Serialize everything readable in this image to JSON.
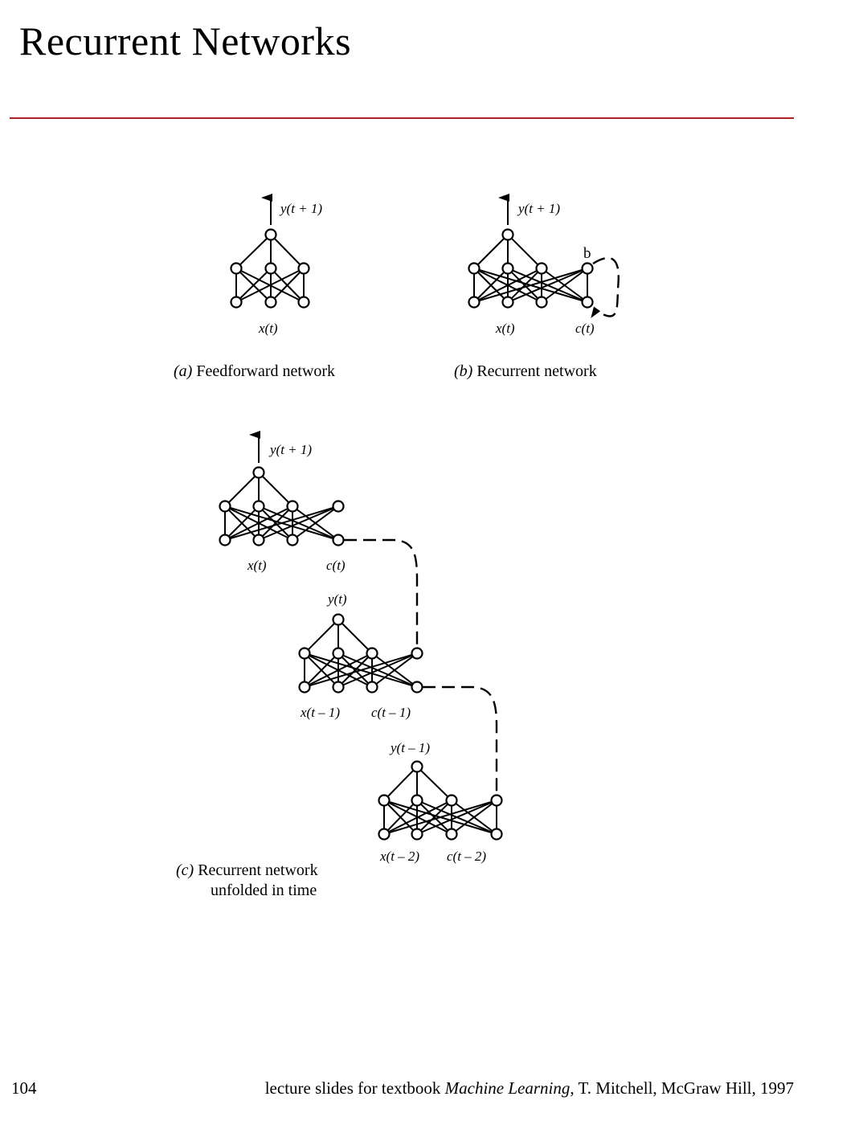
{
  "page": {
    "title": "Recurrent Networks",
    "page_number": "104",
    "footer": {
      "prefix": "lecture slides for textbook ",
      "book": "Machine Learning",
      "suffix": ", T. Mitchell, McGraw Hill, 1997"
    }
  },
  "diagram": {
    "a": {
      "caption_tag": "(a)",
      "caption": " Feedforward network",
      "output_label": "y(t  + 1)",
      "input_label": "x(t)"
    },
    "b": {
      "caption_tag": "(b)",
      "caption": " Recurrent network",
      "output_label": "y(t  + 1)",
      "input_label": "x(t)",
      "context_label": "c(t)",
      "hidden_label": "b"
    },
    "c": {
      "caption_tag": "(c)",
      "caption_line1": " Recurrent network",
      "caption_line2": "unfolded in time",
      "layer1": {
        "output_label": "y(t  + 1)",
        "input_label": "x(t)",
        "context_label": "c(t)"
      },
      "layer2": {
        "output_label": "y(t)",
        "input_label": "x(t – 1)",
        "context_label": "c(t – 1)"
      },
      "layer3": {
        "output_label": "y(t – 1)",
        "input_label": "x(t – 2)",
        "context_label": "c(t – 2)"
      }
    }
  }
}
